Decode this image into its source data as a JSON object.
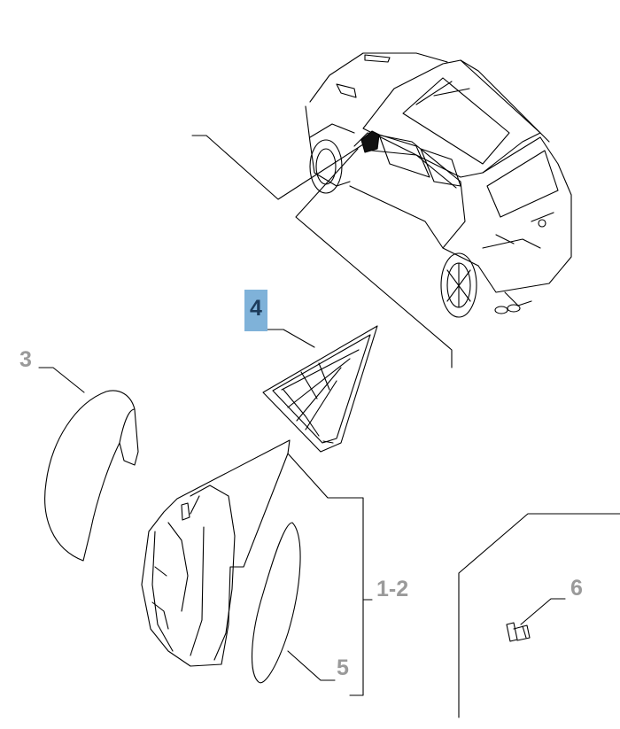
{
  "diagram": {
    "labels": {
      "part_1_2": "1-2",
      "part_3": "3",
      "part_4": "4",
      "part_5": "5",
      "part_6": "6"
    },
    "colors": {
      "line": "#000000",
      "label_text": "#9a9a9a",
      "highlight_bg": "#7fb2d9",
      "highlight_text": "#1d3c5c",
      "background": "#ffffff"
    }
  }
}
